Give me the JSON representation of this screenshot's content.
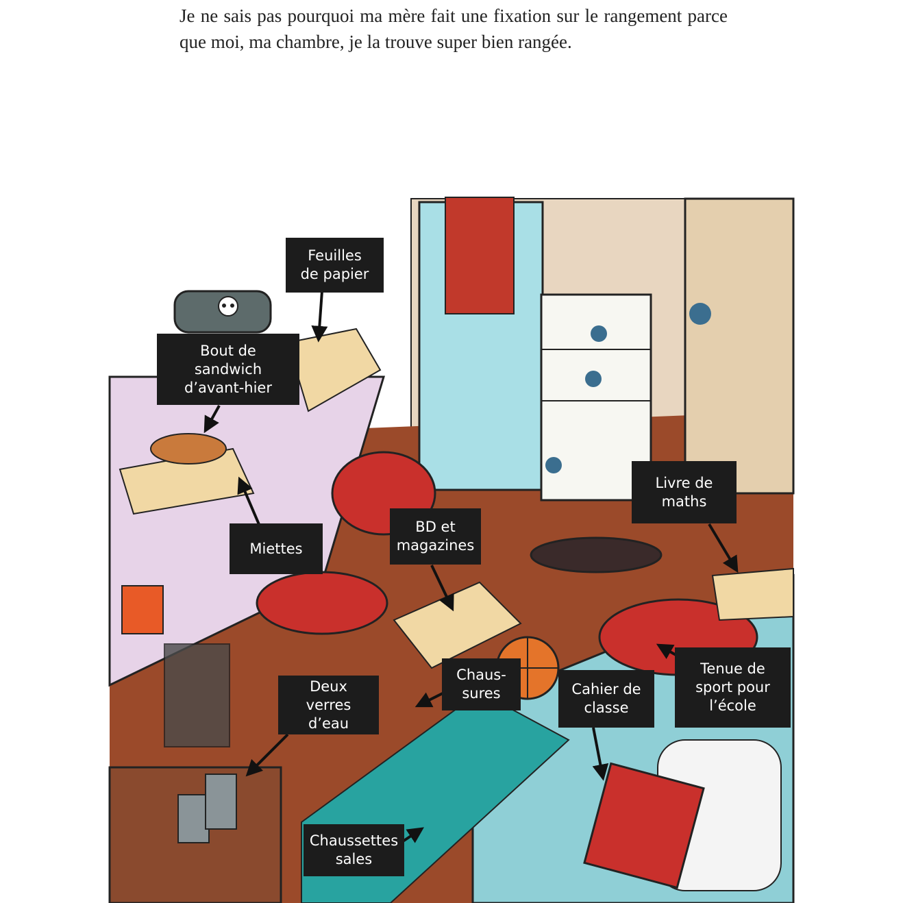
{
  "intro_text": "Je ne sais pas pourquoi ma mère fait une fixation sur le rangement parce que moi, ma chambre, je la trouve super bien rangée.",
  "labels": {
    "feuilles": "Feuilles\nde papier",
    "sandwich": "Bout de\nsandwich\nd’avant-hier",
    "miettes": "Miettes",
    "bd": "BD et\nmagazines",
    "livre": "Livre de\nmaths",
    "verres": "Deux\nverres\nd’eau",
    "chaussures": "Chaus-\nsures",
    "cahier": "Cahier de\nclasse",
    "tenue": "Tenue de\nsport pour\nl’école",
    "chaussettes": "Chaussettes\nsales"
  },
  "colors": {
    "floor": "#9b4a2a",
    "wall_left": "#f2e6ec",
    "wall_right": "#e8d6c0",
    "rug": "#7fc4c8",
    "bed": "#8fcfd6",
    "desk": "#e7d3e8",
    "chair": "#c9302c",
    "label_bg": "#1c1c1c"
  },
  "icons": [
    "skull-icon",
    "basketball-icon"
  ]
}
